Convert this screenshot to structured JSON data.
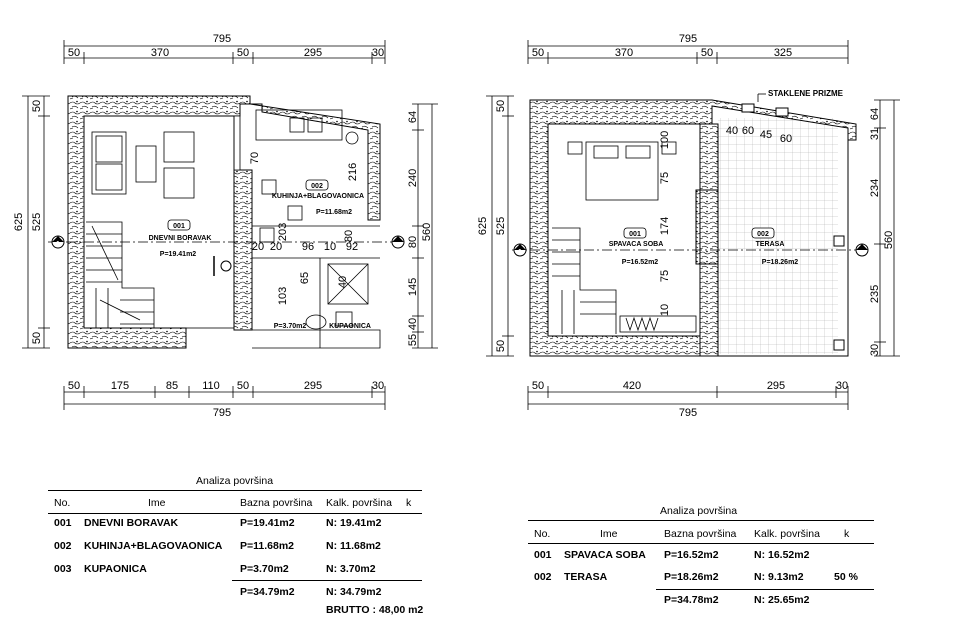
{
  "plan_left": {
    "top_total": "795",
    "top_segments": [
      "50",
      "370",
      "50",
      "295",
      "30"
    ],
    "bottom_segments": [
      "50",
      "175",
      "85",
      "110",
      "50",
      "295",
      "30"
    ],
    "bottom_total": "795",
    "left_outer": "625",
    "left_inner": "525",
    "left_top": "50",
    "left_bottom": "50",
    "right_outer": "560",
    "right_segments": [
      "64",
      "240",
      "80",
      "145",
      "40",
      "55"
    ],
    "inner_dims": [
      "70",
      "216",
      "20",
      "20",
      "96",
      "10",
      "92",
      "80",
      "203",
      "65",
      "103",
      "40"
    ],
    "rooms": [
      {
        "num": "001",
        "name": "DNEVNI BORAVAK",
        "area": "P=19.41m2"
      },
      {
        "num": "002",
        "name": "KUHINJA+BLAGOVAONICA",
        "area": "P=11.68m2"
      },
      {
        "num": "",
        "name": "KUPAONICA",
        "area": "P=3.70m2"
      }
    ],
    "section_marker": "1"
  },
  "plan_right": {
    "top_total": "795",
    "top_segments": [
      "50",
      "370",
      "50",
      "325"
    ],
    "bottom_segments": [
      "50",
      "420",
      "295",
      "30"
    ],
    "bottom_total": "795",
    "left_outer": "625",
    "left_inner": "525",
    "left_top": "50",
    "left_bottom": "50",
    "right_outer": "560",
    "right_segments": [
      "64",
      "234",
      "235",
      "30"
    ],
    "right_top_small": "31",
    "inner_dims": [
      "100",
      "75",
      "174",
      "75",
      "10",
      "40",
      "60",
      "45",
      "60"
    ],
    "annotation": "STAKLENE PRIZME",
    "rooms": [
      {
        "num": "001",
        "name": "SPAVACA SOBA",
        "area": "P=16.52m2"
      },
      {
        "num": "002",
        "name": "TERASA",
        "area": "P=18.26m2"
      }
    ],
    "section_marker": "1"
  },
  "table_left": {
    "title": "Analiza površina",
    "headers": [
      "No.",
      "Ime",
      "Bazna površina",
      "Kalk. površina",
      "k"
    ],
    "rows": [
      [
        "001",
        "DNEVNI BORAVAK",
        "P=19.41m2",
        "N: 19.41m2",
        ""
      ],
      [
        "002",
        "KUHINJA+BLAGOVAONICA",
        "P=11.68m2",
        "N: 11.68m2",
        ""
      ],
      [
        "003",
        "KUPAONICA",
        "P=3.70m2",
        "N: 3.70m2",
        ""
      ]
    ],
    "total": [
      "",
      "",
      "P=34.79m2",
      "N: 34.79m2",
      ""
    ],
    "brutto": "BRUTTO : 48,00 m2"
  },
  "table_right": {
    "title": "Analiza površina",
    "headers": [
      "No.",
      "Ime",
      "Bazna površina",
      "Kalk. površina",
      "k"
    ],
    "rows": [
      [
        "001",
        "SPAVACA SOBA",
        "P=16.52m2",
        "N: 16.52m2",
        ""
      ],
      [
        "002",
        "TERASA",
        "P=18.26m2",
        "N: 9.13m2",
        "50 %"
      ]
    ],
    "total": [
      "",
      "",
      "P=34.78m2",
      "N: 25.65m2",
      ""
    ]
  }
}
